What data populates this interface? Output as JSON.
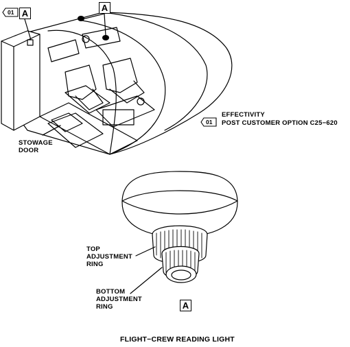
{
  "ref_tag_top": "01",
  "ref_tag_effectivity": "01",
  "view_callout_top": "A",
  "view_callout_top2": "A",
  "view_callout_detail": "A",
  "labels": {
    "stowage_door_1": "STOWAGE",
    "stowage_door_2": "DOOR",
    "effectivity_title": "EFFECTIVITY",
    "effectivity_text": "POST CUSTOMER OPTION C25−620",
    "top_ring_1": "TOP",
    "top_ring_2": "ADJUSTMENT",
    "top_ring_3": "RING",
    "bottom_ring_1": "BOTTOM",
    "bottom_ring_2": "ADJUSTMENT",
    "bottom_ring_3": "RING"
  },
  "caption": "FLIGHT−CREW READING LIGHT"
}
